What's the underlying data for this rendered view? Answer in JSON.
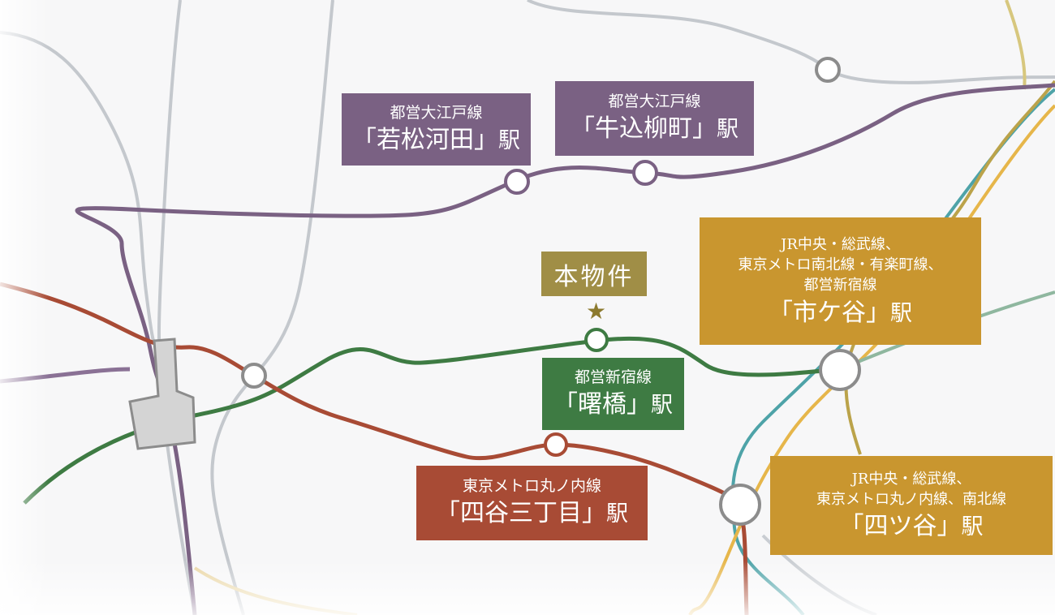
{
  "colors": {
    "oedo": "#7a6183",
    "shinjuku": "#3e7b43",
    "marunouchi": "#a84b35",
    "jr": "#c9962f",
    "property": "#a08e46",
    "star": "#8c7a2e",
    "gray_line": "#b6bac0",
    "teal_line": "#4ea3a8",
    "yellow_line": "#e6b64a",
    "olive_line": "#bba34a",
    "station_stroke": "#8c8c8c"
  },
  "map": {
    "property": {
      "label": "本物件",
      "icon": "star-icon"
    },
    "labels": {
      "wakamatsu": {
        "line": "都営大江戸線",
        "name": "「若松河田」",
        "suffix": "駅"
      },
      "ushigome": {
        "line": "都営大江戸線",
        "name": "「牛込柳町」",
        "suffix": "駅"
      },
      "akebonobashi": {
        "line": "都営新宿線",
        "name": "「曙橋」",
        "suffix": "駅"
      },
      "yotsuya_sanchome": {
        "line": "東京メトロ丸ノ内線",
        "name": "「四谷三丁目」",
        "suffix": "駅"
      },
      "ichigaya": {
        "lines": [
          "JR中央・総武線、",
          "東京メトロ南北線・有楽町線、",
          "都営新宿線"
        ],
        "name": "「市ケ谷」",
        "suffix": "駅"
      },
      "yotsuya": {
        "lines": [
          "JR中央・総武線、",
          "東京メトロ丸ノ内線、南北線"
        ],
        "name": "「四ツ谷」",
        "suffix": "駅"
      }
    }
  }
}
